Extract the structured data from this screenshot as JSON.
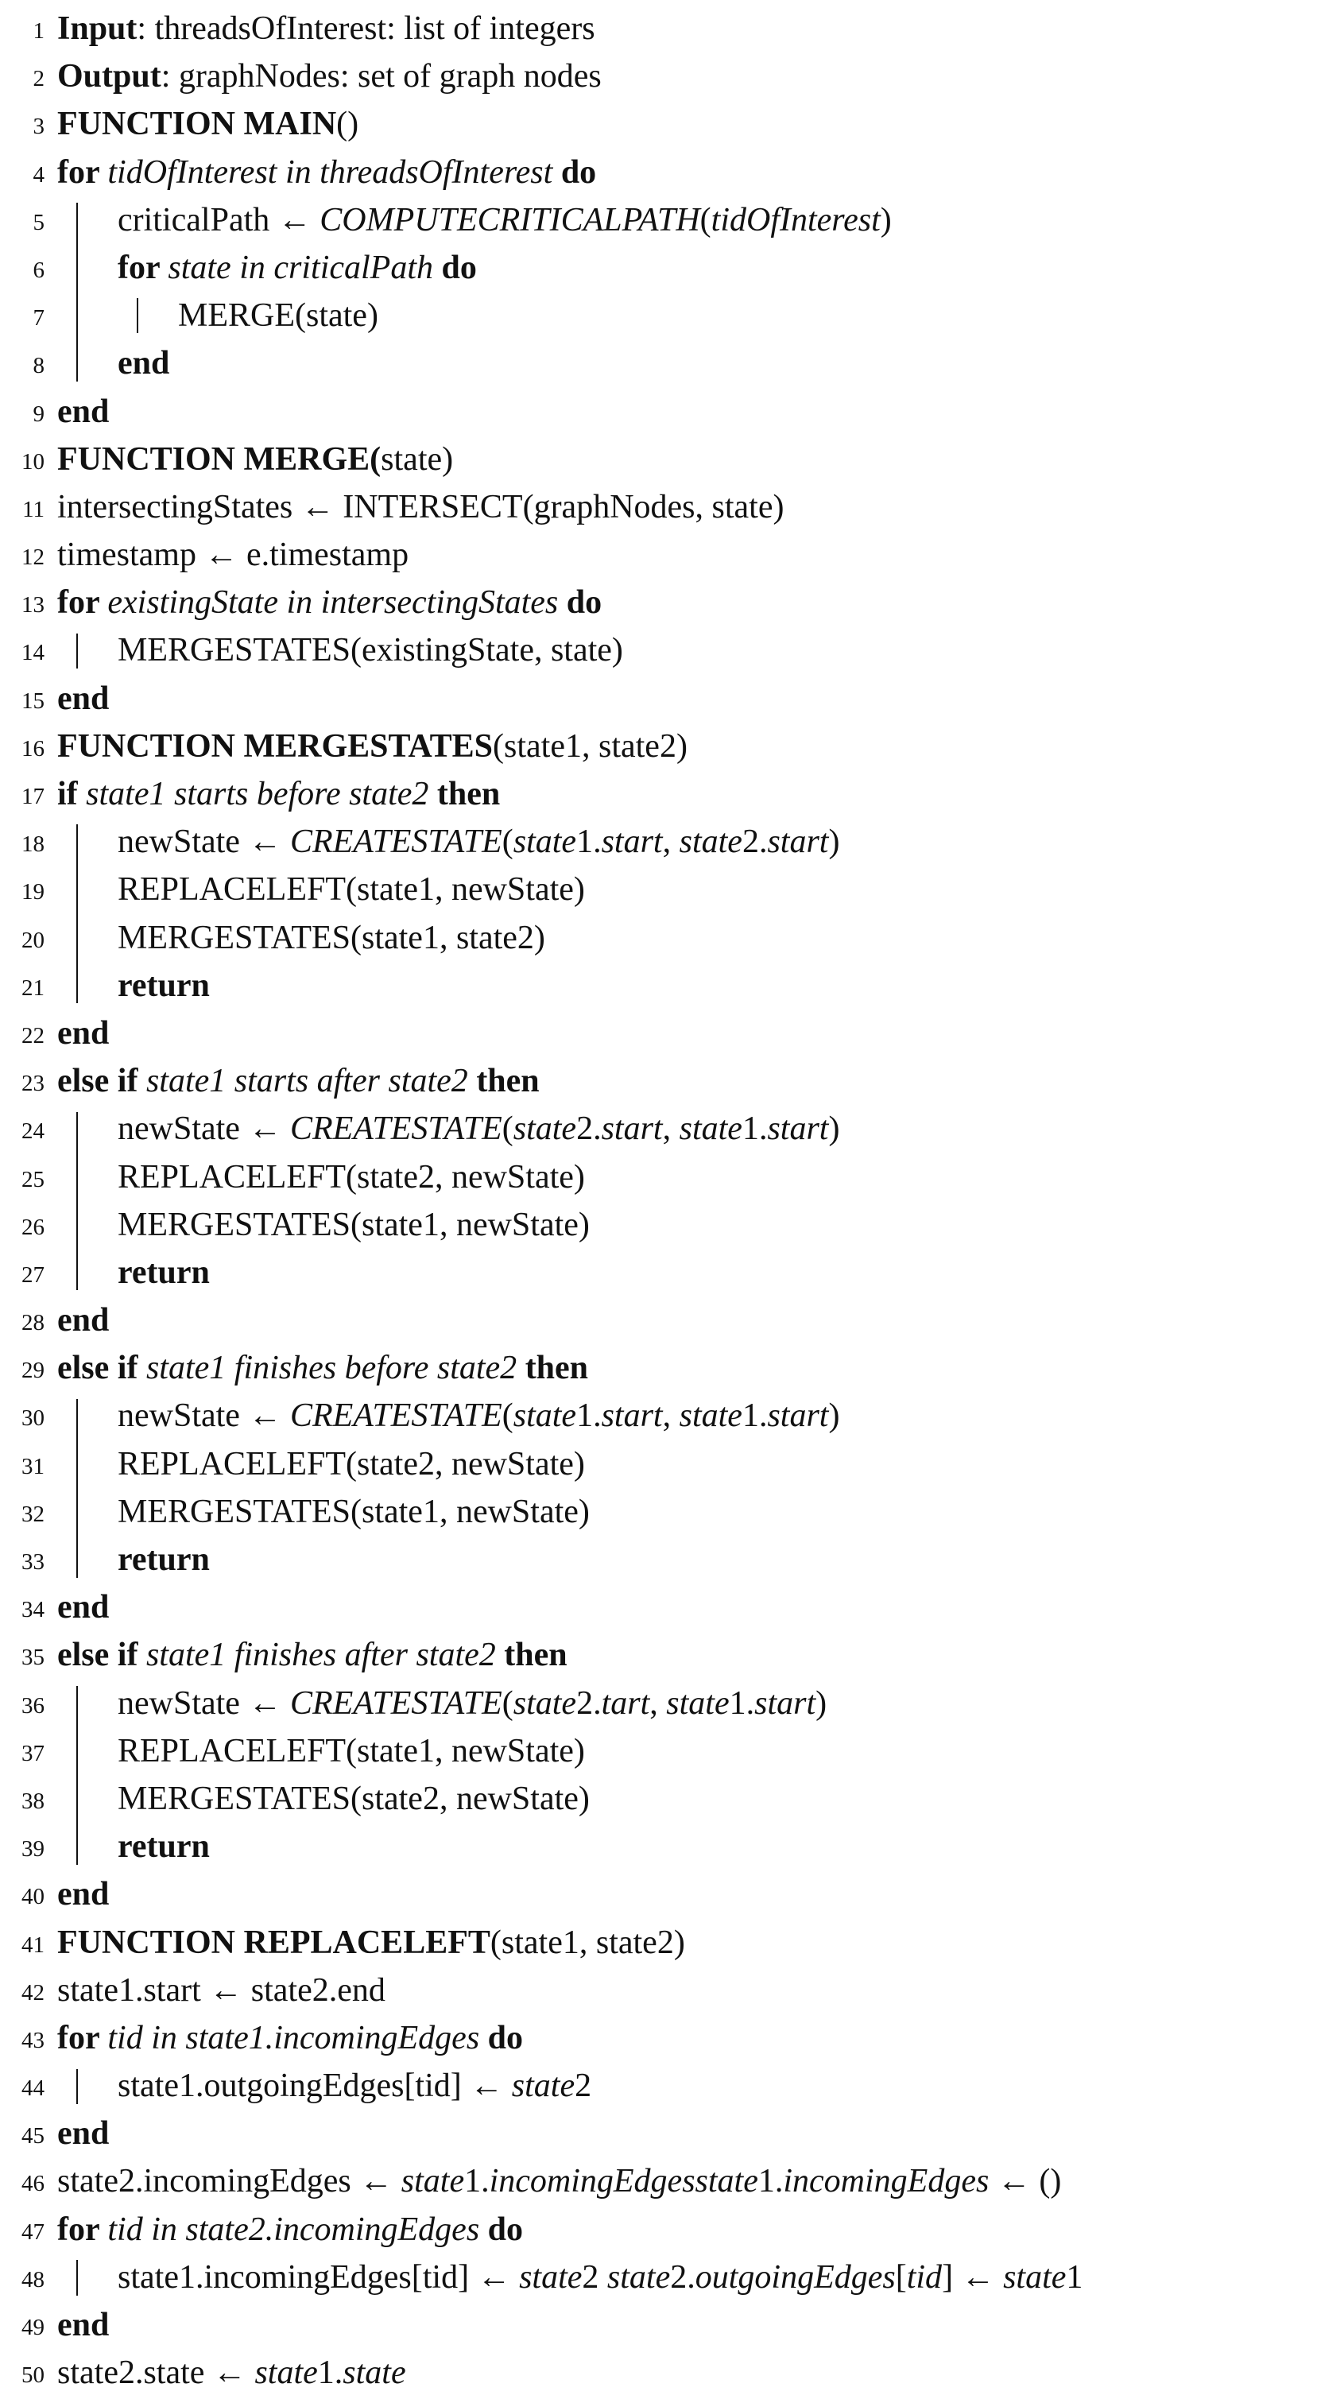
{
  "lines": [
    {
      "n": "1",
      "indent": 0,
      "segs": [
        [
          "b",
          "Input"
        ],
        [
          "",
          ": threadsOfInterest: list of integers"
        ]
      ]
    },
    {
      "n": "2",
      "indent": 0,
      "segs": [
        [
          "b",
          "Output"
        ],
        [
          "",
          ": graphNodes: set of graph nodes"
        ]
      ]
    },
    {
      "n": "3",
      "indent": 0,
      "segs": [
        [
          "b",
          "FUNCTION MAIN"
        ],
        [
          "",
          "()"
        ]
      ]
    },
    {
      "n": "4",
      "indent": 0,
      "segs": [
        [
          "b",
          "for "
        ],
        [
          "it",
          "tidOfInterest in threadsOfInterest"
        ],
        [
          "b",
          " do"
        ]
      ]
    },
    {
      "n": "5",
      "indent": 1,
      "segs": [
        [
          "",
          "criticalPath ← "
        ],
        [
          "it",
          "COMPUTECRITICALPATH"
        ],
        [
          "",
          "("
        ],
        [
          "it",
          "tidOfInterest"
        ],
        [
          "",
          ")"
        ]
      ]
    },
    {
      "n": "6",
      "indent": 1,
      "segs": [
        [
          "b",
          "for "
        ],
        [
          "it",
          "state in criticalPath"
        ],
        [
          "b",
          " do"
        ]
      ]
    },
    {
      "n": "7",
      "indent": 2,
      "segs": [
        [
          "",
          "MERGE(state)"
        ]
      ]
    },
    {
      "n": "8",
      "indent": 1,
      "segs": [
        [
          "b",
          "end"
        ]
      ]
    },
    {
      "n": "9",
      "indent": 0,
      "segs": [
        [
          "b",
          "end"
        ]
      ]
    },
    {
      "n": "10",
      "indent": 0,
      "segs": [
        [
          "b",
          "FUNCTION MERGE("
        ],
        [
          "",
          "state)"
        ]
      ]
    },
    {
      "n": "11",
      "indent": 0,
      "segs": [
        [
          "",
          "intersectingStates ← INTERSECT(graphNodes, state)"
        ]
      ]
    },
    {
      "n": "12",
      "indent": 0,
      "segs": [
        [
          "",
          "timestamp ← e.timestamp"
        ]
      ]
    },
    {
      "n": "13",
      "indent": 0,
      "segs": [
        [
          "b",
          "for "
        ],
        [
          "it",
          "existingState in intersectingStates"
        ],
        [
          "b",
          " do"
        ]
      ]
    },
    {
      "n": "14",
      "indent": 1,
      "segs": [
        [
          "",
          "MERGESTATES(existingState, state)"
        ]
      ]
    },
    {
      "n": "15",
      "indent": 0,
      "segs": [
        [
          "b",
          "end"
        ]
      ]
    },
    {
      "n": "16",
      "indent": 0,
      "segs": [
        [
          "b",
          "FUNCTION MERGESTATES"
        ],
        [
          "",
          "(state1, state2)"
        ]
      ]
    },
    {
      "n": "17",
      "indent": 0,
      "segs": [
        [
          "b",
          "if "
        ],
        [
          "it",
          "state1 starts before state2"
        ],
        [
          "b",
          " then"
        ]
      ]
    },
    {
      "n": "18",
      "indent": 1,
      "segs": [
        [
          "",
          "newState ← "
        ],
        [
          "it",
          "CREATESTATE"
        ],
        [
          "",
          "("
        ],
        [
          "it",
          "state"
        ],
        [
          "",
          "1."
        ],
        [
          "it",
          "start"
        ],
        [
          "",
          ", "
        ],
        [
          "it",
          "state"
        ],
        [
          "",
          "2."
        ],
        [
          "it",
          "start"
        ],
        [
          "",
          ")"
        ]
      ]
    },
    {
      "n": "19",
      "indent": 1,
      "segs": [
        [
          "",
          "REPLACELEFT(state1, newState)"
        ]
      ]
    },
    {
      "n": "20",
      "indent": 1,
      "segs": [
        [
          "",
          "MERGESTATES(state1, state2)"
        ]
      ]
    },
    {
      "n": "21",
      "indent": 1,
      "segs": [
        [
          "b",
          "return"
        ]
      ]
    },
    {
      "n": "22",
      "indent": 0,
      "segs": [
        [
          "b",
          "end"
        ]
      ]
    },
    {
      "n": "23",
      "indent": 0,
      "segs": [
        [
          "b",
          "else if "
        ],
        [
          "it",
          "state1 starts after state2"
        ],
        [
          "b",
          " then"
        ]
      ]
    },
    {
      "n": "24",
      "indent": 1,
      "segs": [
        [
          "",
          "newState ← "
        ],
        [
          "it",
          "CREATESTATE"
        ],
        [
          "",
          "("
        ],
        [
          "it",
          "state"
        ],
        [
          "",
          "2."
        ],
        [
          "it",
          "start"
        ],
        [
          "",
          ", "
        ],
        [
          "it",
          "state"
        ],
        [
          "",
          "1."
        ],
        [
          "it",
          "start"
        ],
        [
          "",
          ")"
        ]
      ]
    },
    {
      "n": "25",
      "indent": 1,
      "segs": [
        [
          "",
          "REPLACELEFT(state2, newState)"
        ]
      ]
    },
    {
      "n": "26",
      "indent": 1,
      "segs": [
        [
          "",
          "MERGESTATES(state1, newState)"
        ]
      ]
    },
    {
      "n": "27",
      "indent": 1,
      "segs": [
        [
          "b",
          "return"
        ]
      ]
    },
    {
      "n": "28",
      "indent": 0,
      "segs": [
        [
          "b",
          "end"
        ]
      ]
    },
    {
      "n": "29",
      "indent": 0,
      "segs": [
        [
          "b",
          "else if "
        ],
        [
          "it",
          "state1 finishes before state2"
        ],
        [
          "b",
          " then"
        ]
      ]
    },
    {
      "n": "30",
      "indent": 1,
      "segs": [
        [
          "",
          "newState ← "
        ],
        [
          "it",
          "CREATESTATE"
        ],
        [
          "",
          "("
        ],
        [
          "it",
          "state"
        ],
        [
          "",
          "1."
        ],
        [
          "it",
          "start"
        ],
        [
          "",
          ", "
        ],
        [
          "it",
          "state"
        ],
        [
          "",
          "1."
        ],
        [
          "it",
          "start"
        ],
        [
          "",
          ")"
        ]
      ]
    },
    {
      "n": "31",
      "indent": 1,
      "segs": [
        [
          "",
          "REPLACELEFT(state2, newState)"
        ]
      ]
    },
    {
      "n": "32",
      "indent": 1,
      "segs": [
        [
          "",
          "MERGESTATES(state1, newState)"
        ]
      ]
    },
    {
      "n": "33",
      "indent": 1,
      "segs": [
        [
          "b",
          "return"
        ]
      ]
    },
    {
      "n": "34",
      "indent": 0,
      "segs": [
        [
          "b",
          "end"
        ]
      ]
    },
    {
      "n": "35",
      "indent": 0,
      "segs": [
        [
          "b",
          "else if "
        ],
        [
          "it",
          "state1 finishes after state2"
        ],
        [
          "b",
          " then"
        ]
      ]
    },
    {
      "n": "36",
      "indent": 1,
      "segs": [
        [
          "",
          "newState ← "
        ],
        [
          "it",
          "CREATESTATE"
        ],
        [
          "",
          "("
        ],
        [
          "it",
          "state"
        ],
        [
          "",
          "2."
        ],
        [
          "it",
          "tart"
        ],
        [
          "",
          ", "
        ],
        [
          "it",
          "state"
        ],
        [
          "",
          "1."
        ],
        [
          "it",
          "start"
        ],
        [
          "",
          ")"
        ]
      ]
    },
    {
      "n": "37",
      "indent": 1,
      "segs": [
        [
          "",
          "REPLACELEFT(state1, newState)"
        ]
      ]
    },
    {
      "n": "38",
      "indent": 1,
      "segs": [
        [
          "",
          "MERGESTATES(state2, newState)"
        ]
      ]
    },
    {
      "n": "39",
      "indent": 1,
      "segs": [
        [
          "b",
          "return"
        ]
      ]
    },
    {
      "n": "40",
      "indent": 0,
      "segs": [
        [
          "b",
          "end"
        ]
      ]
    },
    {
      "n": "41",
      "indent": 0,
      "segs": [
        [
          "b",
          "FUNCTION REPLACELEFT"
        ],
        [
          "",
          "(state1, state2)"
        ]
      ]
    },
    {
      "n": "42",
      "indent": 0,
      "segs": [
        [
          "",
          "state1.start ← state2.end"
        ]
      ]
    },
    {
      "n": "43",
      "indent": 0,
      "segs": [
        [
          "b",
          "for "
        ],
        [
          "it",
          "tid in state1.incomingEdges"
        ],
        [
          "b",
          " do"
        ]
      ]
    },
    {
      "n": "44",
      "indent": 1,
      "segs": [
        [
          "",
          "state1.outgoingEdges[tid] ← "
        ],
        [
          "it",
          "state"
        ],
        [
          "",
          "2"
        ]
      ]
    },
    {
      "n": "45",
      "indent": 0,
      "segs": [
        [
          "b",
          "end"
        ]
      ]
    },
    {
      "n": "46",
      "indent": 0,
      "segs": [
        [
          "",
          "state2.incomingEdges ← "
        ],
        [
          "it",
          "state"
        ],
        [
          "",
          "1."
        ],
        [
          "it",
          "incomingEdgesstate"
        ],
        [
          "",
          "1."
        ],
        [
          "it",
          "incomingEdges"
        ],
        [
          "",
          ""
        ],
        [
          "",
          " ← ()"
        ]
      ]
    },
    {
      "n": "47",
      "indent": 0,
      "segs": [
        [
          "b",
          "for "
        ],
        [
          "it",
          "tid in state2.incomingEdges"
        ],
        [
          "b",
          " do"
        ]
      ]
    },
    {
      "n": "48",
      "indent": 1,
      "segs": [
        [
          "",
          "state1.incomingEdges[tid] ← "
        ],
        [
          "it",
          "state"
        ],
        [
          "",
          "2 "
        ],
        [
          "it",
          "state"
        ],
        [
          "",
          "2."
        ],
        [
          "it",
          "outgoingEdges"
        ],
        [
          "",
          "["
        ],
        [
          "it",
          "tid"
        ],
        [
          "",
          "] ← "
        ],
        [
          "it",
          "state"
        ],
        [
          "",
          "1"
        ]
      ]
    },
    {
      "n": "49",
      "indent": 0,
      "segs": [
        [
          "b",
          "end"
        ]
      ]
    },
    {
      "n": "50",
      "indent": 0,
      "segs": [
        [
          "",
          "state2.state ← "
        ],
        [
          "it",
          "state"
        ],
        [
          "",
          "1."
        ],
        [
          "it",
          "state"
        ]
      ]
    }
  ]
}
